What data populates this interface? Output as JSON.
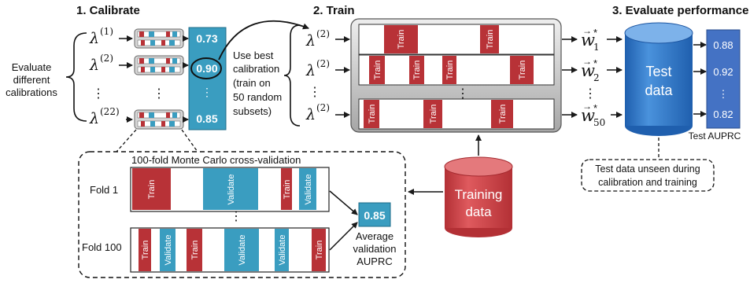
{
  "titles": {
    "calibrate": "1. Calibrate",
    "train": "2. Train",
    "evaluate": "3. Evaluate performance"
  },
  "calibrate": {
    "side_label": [
      "Evaluate",
      "different",
      "calibrations"
    ],
    "lambda_labels": [
      {
        "base": "λ",
        "sup": "(1)"
      },
      {
        "base": "λ",
        "sup": "(2)"
      },
      {
        "base": "⋮",
        "sup": ""
      },
      {
        "base": "λ",
        "sup": "(22)"
      }
    ],
    "scores": [
      "0.73",
      "0.90",
      "⋮",
      "0.85"
    ],
    "best_note": [
      "Use best",
      "calibration",
      "(train on",
      "50 random",
      "subsets)"
    ]
  },
  "cv": {
    "title": "100-fold Monte Carlo cross-validation",
    "fold_first": "Fold 1",
    "fold_last": "Fold 100",
    "ellipsis": "⋮",
    "train_label": "Train",
    "validate_label": "Validate",
    "average_value": "0.85",
    "average_label": [
      "Average",
      "validation",
      "AUPRC"
    ]
  },
  "train": {
    "lambda_labels": [
      {
        "base": "λ",
        "sup": "(2)"
      },
      {
        "base": "λ",
        "sup": "(2)"
      },
      {
        "base": "⋮",
        "sup": ""
      },
      {
        "base": "λ",
        "sup": "(2)"
      }
    ],
    "train_label": "Train",
    "ellipsis": "⋮",
    "outputs": [
      {
        "base": "w",
        "sub": "1"
      },
      {
        "base": "w",
        "sub": "2"
      },
      {
        "base": "⋮",
        "sub": ""
      },
      {
        "base": "w",
        "sub": "50"
      }
    ]
  },
  "training_data_label": [
    "Training",
    "data"
  ],
  "evaluate": {
    "test_data_label": [
      "Test",
      "data"
    ],
    "scores": [
      "0.88",
      "0.92",
      "⋮",
      "0.82"
    ],
    "score_label": "Test AUPRC",
    "note": [
      "Test data unseen during",
      "calibration and training"
    ]
  },
  "colors": {
    "train_block": "#b83237",
    "validate_block": "#3a9dc0",
    "score_box": "#3a9dc0",
    "test_box": "#4472c4",
    "cylinder_test": "#2f78c8",
    "cylinder_train": "#cc4246"
  }
}
